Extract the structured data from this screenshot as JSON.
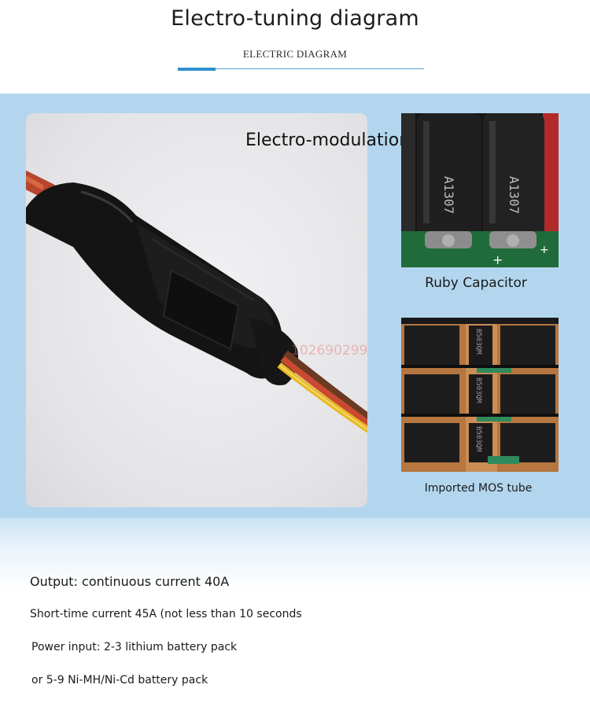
{
  "header": {
    "title": "Electro-tuning diagram",
    "subtitle": "ELECTRIC DIAGRAM",
    "accent_color": "#2f8fd0"
  },
  "main_photo": {
    "label": "Electro-modulation",
    "watermark": "102690299",
    "panel_color": "#b3d6ee"
  },
  "features": [
    {
      "label": "Ruby Capacitor",
      "icon": "capacitor-photo"
    },
    {
      "label": "Imported MOS tube",
      "icon": "mos-tube-photo"
    }
  ],
  "specs": [
    "Output: continuous current 40A",
    "Short-time current 45A (not less than 10 seconds",
    "Power input: 2-3 lithium battery pack",
    "or 5-9 Ni-MH/Ni-Cd battery pack"
  ]
}
